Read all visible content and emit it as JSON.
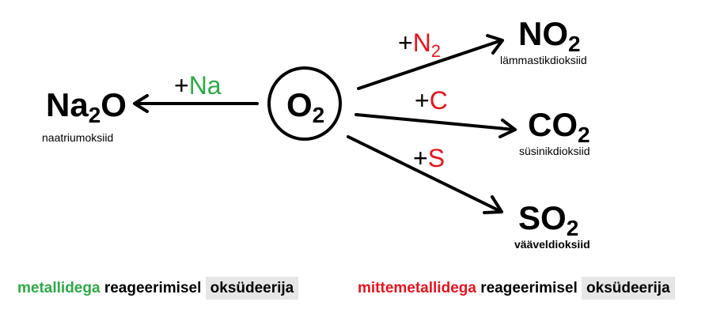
{
  "colors": {
    "green": "#2eaa46",
    "red": "#e8141e",
    "highlight": "#e6e6e6"
  },
  "center": {
    "element": "O",
    "sub": "2"
  },
  "products": {
    "na2o": {
      "a": "Na",
      "sub": "2",
      "b": "O",
      "name": "naatriumoksiid",
      "reagent_sign": "+",
      "reagent": "Na"
    },
    "no2": {
      "a": "NO",
      "sub": "2",
      "name": "lämmastikdioksiid",
      "reagent_sign": "+",
      "reagent": "N",
      "reagent_sub": "2"
    },
    "co2": {
      "a": "CO",
      "sub": "2",
      "name": "süsinikdioksiid",
      "reagent_sign": "+",
      "reagent": "C"
    },
    "so2": {
      "a": "SO",
      "sub": "2",
      "name": "vääveldioksiid",
      "reagent_sign": "+",
      "reagent": "S"
    }
  },
  "footer": {
    "left": {
      "colored": "metallidega",
      "plain": "reageerimisel",
      "highlight": "oksüdeerija"
    },
    "right": {
      "colored": "mittemetallidega",
      "plain": "reageerimisel",
      "highlight": "oksüdeerija"
    }
  }
}
